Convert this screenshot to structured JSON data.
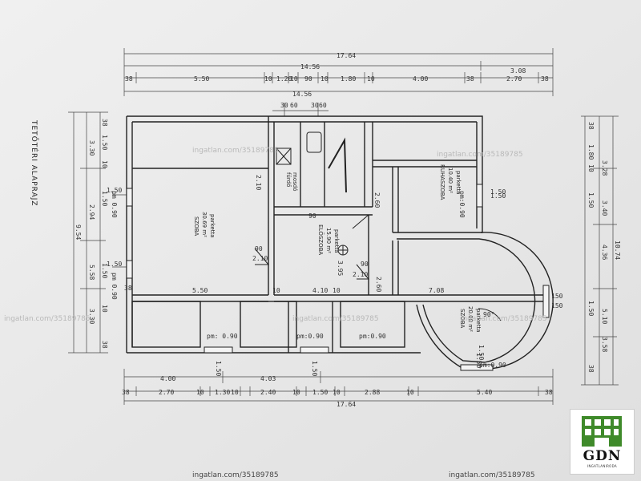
{
  "title": "TETŐTÉRI ALAPRAJZ",
  "dims": {
    "top_total_1": "17.64",
    "top_total_2": "14.56",
    "top_total_3": "3.08",
    "top_row": [
      "38",
      "5.50",
      "10",
      "1.20",
      "10",
      "90",
      "10",
      "1.80",
      "10",
      "4.00",
      "38",
      "2.70",
      "38"
    ],
    "top_inner": "14.56",
    "top_vent": [
      "30",
      "60",
      "30",
      "60"
    ],
    "bottom_row1": [
      "4.00",
      "4.03"
    ],
    "bottom_row2": [
      "38",
      "2.70",
      "10",
      "1.30",
      "10",
      "2.40",
      "10",
      "1.50",
      "10",
      "2.88",
      "10",
      "5.40",
      "38"
    ],
    "bottom_total": "17.64",
    "left_outer": "9.54",
    "left_mid": [
      "3.30",
      "2.94",
      "5.58",
      "3.30"
    ],
    "left_inner": [
      "38",
      "1.50",
      "10",
      "1.50",
      "1.50",
      "10",
      "38"
    ],
    "right_outer": "10.74",
    "right_mid": [
      "3.28",
      "3.40",
      "4.36",
      "5.10",
      "3.58"
    ],
    "right_inner": [
      "38",
      "1.80",
      "10",
      "1.50",
      "1.50",
      "38"
    ],
    "inner_labels": [
      "5.50",
      "4.10",
      "7.08",
      "10",
      "10",
      "38",
      "2.60",
      "2.60",
      "2.10",
      "90",
      "90",
      "2.10",
      "90",
      "2.10",
      "1.50",
      "1.50",
      "1.50",
      "1.50",
      "1.50",
      "1.50",
      "pm 0.90",
      "pm 0.90",
      "pm: 0.90",
      "pm:0.90",
      "pm:0.90",
      "pm:0.90",
      "pm:0.90",
      "150",
      "150",
      "3.95",
      "90°",
      "1.50",
      "1.50"
    ]
  },
  "rooms": [
    {
      "name": "SZOBA",
      "area": "30.69 m²",
      "floor": "parketta"
    },
    {
      "name": "ELŐSZOBA",
      "area": "15.90 m²",
      "floor": "parketta"
    },
    {
      "name": "RUHASZOBA",
      "area": "10.40 m²",
      "floor": "parketta"
    },
    {
      "name": "SZOBA",
      "area": "20.00 m²",
      "floor": "parketta"
    }
  ],
  "small_room": {
    "label": "fürdő",
    "sub": "mosdó"
  },
  "watermarks": [
    "ingatlan.com/35189785",
    "ingatlan.com/35189785",
    "ingatlan.com/35189785",
    "ingatlan.com/35189785",
    "ingatlan.com/35189785",
    "ingatlan.com/35189785",
    "ingatlan.com/35189785"
  ],
  "logo": {
    "text": "GDN",
    "sub": "INGATLANIRODA",
    "accent": "#3f8a2a"
  }
}
